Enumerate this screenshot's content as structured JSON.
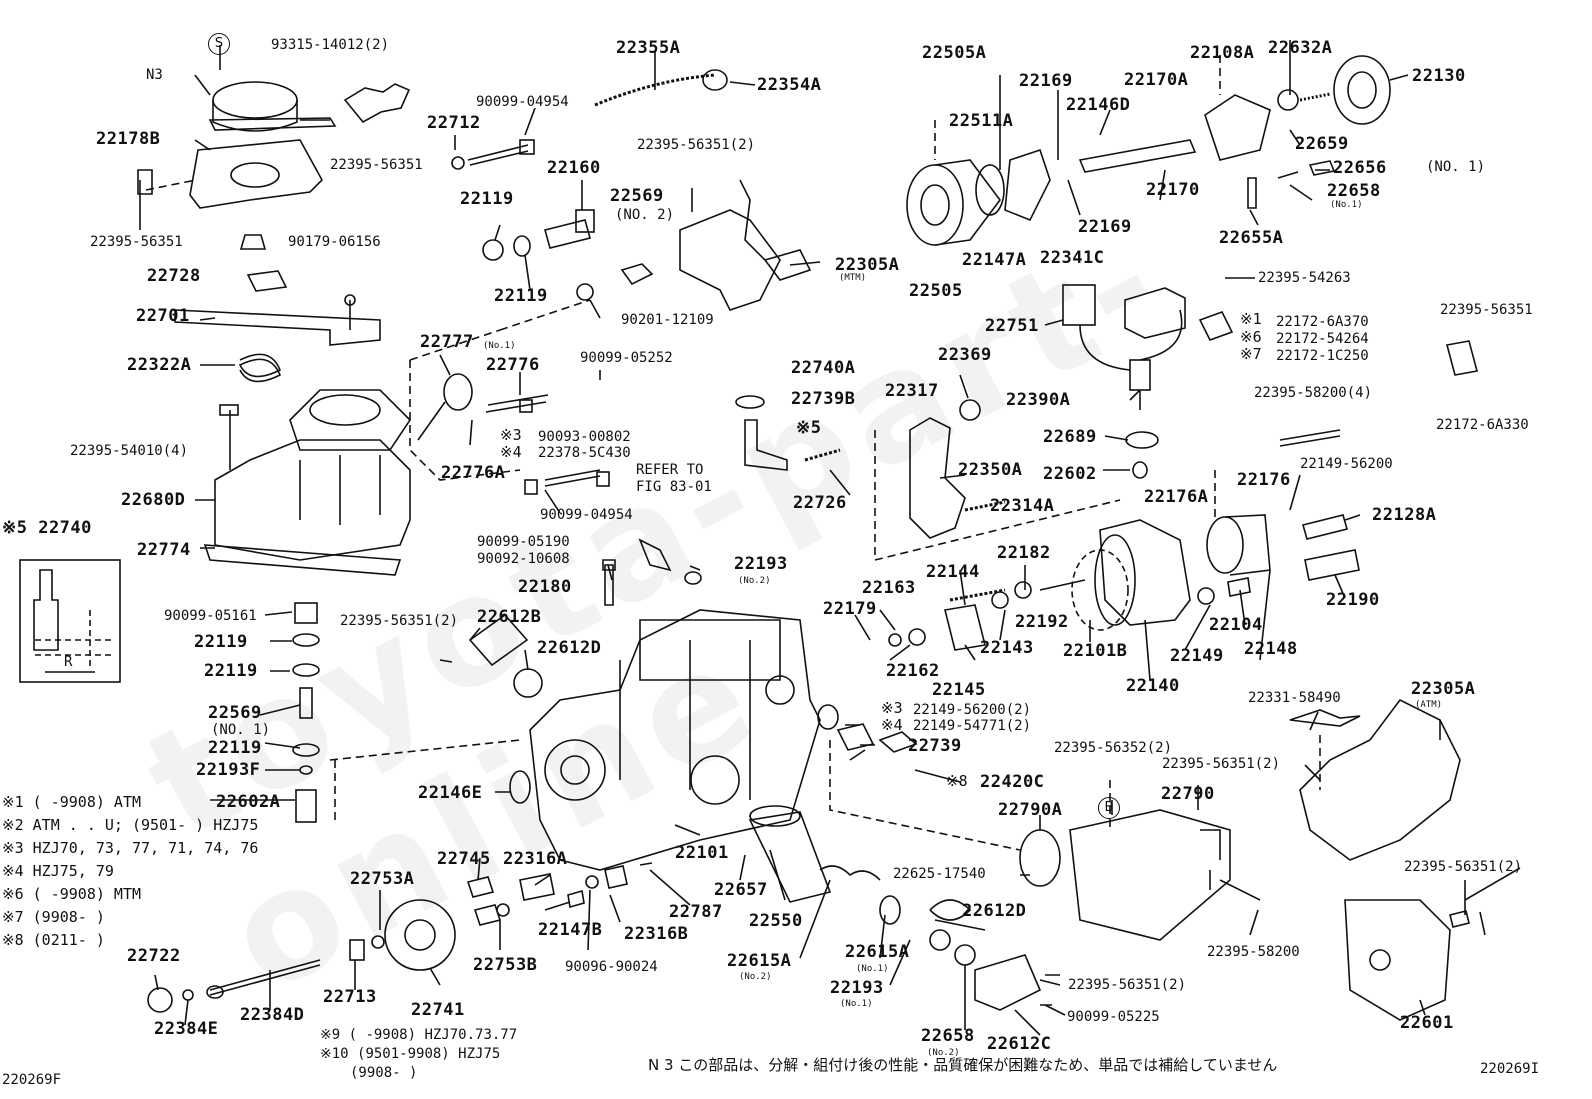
{
  "watermark": "toyota-part-online",
  "footer": {
    "left_code": "220269F",
    "right_code": "220269I",
    "japanese_note": "N 3 この部品は、分解・組付け後の性能・品質確保が困難なため、単品では補給していません"
  },
  "marker_s": "S",
  "marker_b": "B",
  "legend": [
    "※1 (    -9908) ATM",
    "※2 ATM . . U; (9501-      ) HZJ75",
    "※3 HZJ70, 73, 77, 71, 74, 76",
    "※4 HZJ75, 79",
    "※6 (    -9908) MTM",
    "※7 (9908-      )",
    "※8 (0211-      )"
  ],
  "legend2": [
    "※9  (    -9908) HZJ70.73.77",
    "※10 (9501-9908) HZJ75",
    "(9908-      )"
  ],
  "labels": {
    "l01": "93315-14012(2)",
    "l02": "N3",
    "l03": "22178B",
    "l04": "22395-56351",
    "l05": "22395-56351",
    "l06": "90179-06156",
    "l07": "22728",
    "l08": "22701",
    "l09": "22322A",
    "l10": "22395-54010(4)",
    "l11": "22680D",
    "l12": "22774",
    "l13": "※5 22740",
    "l14": "22355A",
    "l15": "22354A",
    "l16": "90099-04954",
    "l17": "22712",
    "l18": "22160",
    "l19": "22119",
    "l20": "22119",
    "l21": "22395-56351(2)",
    "l22": "22569",
    "l23": "(NO. 2)",
    "l24": "90201-12109",
    "l25": "22305A",
    "l26": "22777",
    "l27": "22776",
    "l28": "90099-05252",
    "l29": "※3",
    "l30": "90093-00802",
    "l31": "※4",
    "l32": "22378-5C430",
    "l33": "22776A",
    "l34": "90099-04954",
    "l35": "90099-05190",
    "l36": "90092-10608",
    "l37": "REFER TO",
    "l38": "FIG 83-01",
    "l39": "22740A",
    "l40": "22739B",
    "l41": "※5",
    "l42": "22317",
    "l43": "22726",
    "l44": "22505A",
    "l45": "22511A",
    "l46": "22505",
    "l47": "22147A",
    "l48": "22341C",
    "l49": "22169",
    "l50": "22169",
    "l51": "22146D",
    "l52": "22170A",
    "l53": "22170",
    "l54": "22108A",
    "l55": "22632A",
    "l56": "22130",
    "l57": "22659",
    "l58": "22656",
    "l59": "(NO. 1)",
    "l60": "22658",
    "l61": "22655A",
    "l62": "22395-54263",
    "l63": "22751",
    "l64": "22369",
    "l65": "22390A",
    "l66": "22689",
    "l67": "22602",
    "l68": "22350A",
    "l69": "22314A",
    "l70": "※1",
    "l71": "22172-6A370",
    "l72": "※6",
    "l73": "22172-54264",
    "l74": "※7",
    "l75": "22172-1C250",
    "l76": "22395-56351",
    "l77": "22172-6A330",
    "l78": "22395-58200(4)",
    "l79": "22149-56200",
    "l80": "22128A",
    "l81": "22176A",
    "l82": "22176",
    "l83": "22190",
    "l84": "22182",
    "l85": "22144",
    "l86": "22163",
    "l87": "22179",
    "l88": "22162",
    "l89": "22143",
    "l90": "22145",
    "l91": "22192",
    "l92": "22101B",
    "l93": "22140",
    "l94": "22149",
    "l95": "22104",
    "l96": "22148",
    "l97": "22193",
    "l98": "22180",
    "l99": "22395-56351(2)",
    "l100": "22612B",
    "l101": "22612D",
    "l102": "90099-05161",
    "l103": "22119",
    "l104": "22119",
    "l105": "22569",
    "l106": "(NO. 1)",
    "l107": "22119",
    "l108": "22193F",
    "l109": "22602A",
    "l110": "22146E",
    "l111": "22101",
    "l112": "※3",
    "l113": "22149-56200(2)",
    "l114": "※4",
    "l115": "22149-54771(2)",
    "l116": "22739",
    "l117": "※8",
    "l118": "22420C",
    "l119": "22395-56352(2)",
    "l120": "22790A",
    "l121": "22790",
    "l122": "22331-58490",
    "l123": "22305A",
    "l124": "22395-56351(2)",
    "l125": "22395-56351(2)",
    "l126": "22395-58200",
    "l127": "22601",
    "l128": "22745",
    "l129": "22316A",
    "l130": "22753A",
    "l131": "22147B",
    "l132": "22316B",
    "l133": "22787",
    "l134": "22657",
    "l135": "22550",
    "l136": "22625-17540",
    "l137": "22612D",
    "l138": "22753B",
    "l139": "90096-90024",
    "l140": "22615A",
    "l141": "22615A",
    "l142": "22193",
    "l143": "22722",
    "l144": "22741",
    "l145": "22713",
    "l146": "22384D",
    "l147": "22384E",
    "l148": "22658",
    "l149": "22612C",
    "l150": "22395-56351(2)",
    "l151": "90099-05225"
  },
  "tiny": {
    "t1": "(MTM)",
    "t2": "(No.1)",
    "t3": "(No.1)",
    "t4": "(No.2)",
    "t5": "(ATM)",
    "t6": "(No.2)",
    "t7": "(No.1)",
    "t8": "(No.1)",
    "t9": "(No.2)",
    "t10": "R"
  }
}
